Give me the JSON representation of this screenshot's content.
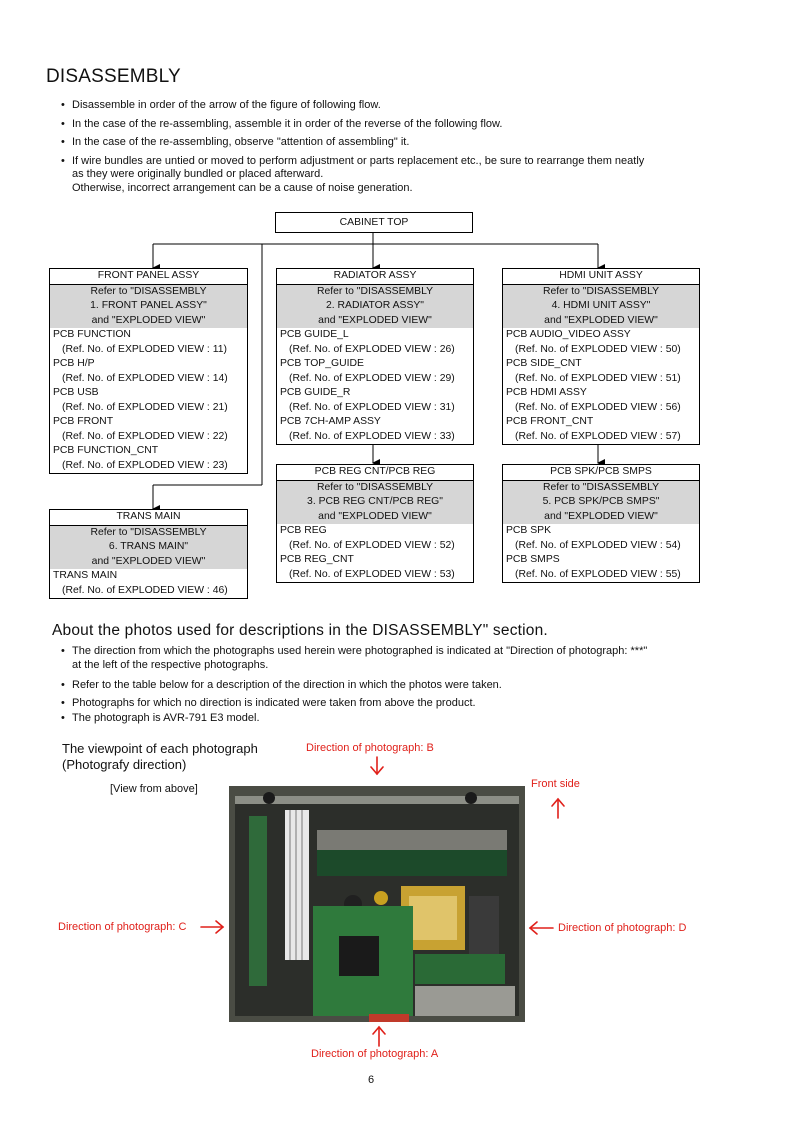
{
  "title": "DISASSEMBLY",
  "intro_bullets": [
    "Disassemble in order of the arrow of the figure of following flow.",
    "In the case of the re-assembling, assemble it in order of the reverse of the following flow.",
    "In the case of the re-assembling, observe \"attention of assembling\" it.",
    "If wire bundles are untied or moved to perform adjustment or parts replacement etc., be sure to rearrange them neatly"
  ],
  "intro_bullet4_line2": "as they were originally bundled or placed afterward.",
  "intro_bullet4_line3": "Otherwise, incorrect arrangement can be a cause of noise generation.",
  "flow": {
    "cabinet_top": "CABINET TOP",
    "front_panel": {
      "head": "FRONT PANEL ASSY",
      "ref": [
        "Refer to \"DISASSEMBLY",
        "1. FRONT PANEL ASSY\"",
        "and \"EXPLODED VIEW\""
      ],
      "items": [
        {
          "name": "PCB FUNCTION",
          "ref": "(Ref. No. of EXPLODED VIEW : 11)"
        },
        {
          "name": "PCB H/P",
          "ref": "(Ref. No. of EXPLODED VIEW : 14)"
        },
        {
          "name": "PCB USB",
          "ref": "(Ref. No. of EXPLODED VIEW : 21)"
        },
        {
          "name": "PCB FRONT",
          "ref": "(Ref. No. of EXPLODED VIEW : 22)"
        },
        {
          "name": "PCB  FUNCTION_CNT",
          "ref": "(Ref. No. of EXPLODED VIEW : 23)"
        }
      ]
    },
    "radiator": {
      "head": "RADIATOR ASSY",
      "ref": [
        "Refer to \"DISASSEMBLY",
        "2. RADIATOR ASSY\"",
        "and \"EXPLODED VIEW\""
      ],
      "items": [
        {
          "name": "PCB GUIDE_L",
          "ref": "(Ref. No. of EXPLODED VIEW : 26)"
        },
        {
          "name": "PCB TOP_GUIDE",
          "ref": "(Ref. No. of EXPLODED VIEW : 29)"
        },
        {
          "name": "PCB GUIDE_R",
          "ref": "(Ref. No. of EXPLODED VIEW : 31)"
        },
        {
          "name": "PCB 7CH-AMP ASSY",
          "ref": "(Ref. No. of EXPLODED VIEW : 33)"
        }
      ]
    },
    "hdmi": {
      "head": "HDMI UNIT ASSY",
      "ref": [
        "Refer to \"DISASSEMBLY",
        "4. HDMI UNIT ASSY\"",
        "and \"EXPLODED VIEW\""
      ],
      "items": [
        {
          "name": "PCB AUDIO_VIDEO ASSY",
          "ref": "(Ref. No. of EXPLODED VIEW : 50)"
        },
        {
          "name": "PCB SIDE_CNT",
          "ref": "(Ref. No. of EXPLODED VIEW : 51)"
        },
        {
          "name": "PCB HDMI ASSY",
          "ref": "(Ref. No. of EXPLODED VIEW : 56)"
        },
        {
          "name": "PCB FRONT_CNT",
          "ref": "(Ref. No. of EXPLODED VIEW : 57)"
        }
      ]
    },
    "reg": {
      "head": "PCB REG CNT/PCB REG",
      "ref": [
        "Refer to \"DISASSEMBLY",
        "3. PCB REG CNT/PCB REG\"",
        "and \"EXPLODED VIEW\""
      ],
      "items": [
        {
          "name": "PCB REG",
          "ref": "(Ref. No. of EXPLODED VIEW : 52)"
        },
        {
          "name": "PCB REG_CNT",
          "ref": "(Ref. No. of EXPLODED VIEW : 53)"
        }
      ]
    },
    "spk": {
      "head": "PCB SPK/PCB SMPS",
      "ref": [
        "Refer to \"DISASSEMBLY",
        "5. PCB SPK/PCB SMPS\"",
        "and \"EXPLODED VIEW\""
      ],
      "items": [
        {
          "name": "PCB SPK",
          "ref": "(Ref. No. of EXPLODED VIEW : 54)"
        },
        {
          "name": "PCB SMPS",
          "ref": "(Ref. No. of EXPLODED VIEW : 55)"
        }
      ]
    },
    "trans": {
      "head": "TRANS MAIN",
      "ref": [
        "Refer to \"DISASSEMBLY",
        "6. TRANS MAIN\"",
        "and \"EXPLODED VIEW\""
      ],
      "items": [
        {
          "name": "TRANS MAIN",
          "ref": "(Ref. No. of EXPLODED VIEW : 46)"
        }
      ]
    }
  },
  "about": {
    "title": "About the photos used for descriptions in the DISASSEMBLY\" section.",
    "bullet1_line1": "The direction from which the photographs used herein were photographed is indicated at \"Direction of photograph: ***\"",
    "bullet1_line2": "at the left of the respective photographs.",
    "bullets": [
      "Refer to the table below for a description of the direction in which the photos were taken.",
      "Photographs for which no direction is indicated were taken from above the product.",
      "The photograph is AVR-791 E3 model."
    ]
  },
  "viewpoint": {
    "title_line1": "The viewpoint of each photograph",
    "title_line2": "(Photografy direction)",
    "view_from_above": "[View from above]",
    "dir_a": "Direction of photograph: A",
    "dir_b": "Direction of photograph: B",
    "dir_c": "Direction of photograph: C",
    "dir_d": "Direction of photograph: D",
    "front_side": "Front side",
    "arrow_color": "#e0201a"
  },
  "page_number": "6"
}
